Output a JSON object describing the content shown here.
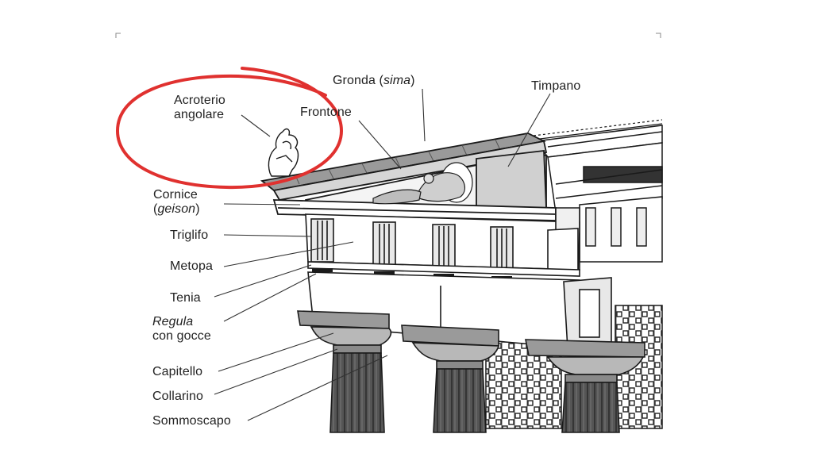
{
  "colors": {
    "highlight_circle": "#e0312f",
    "line_art": "#1a1a1a",
    "stone_shade": "#d6d6d6",
    "background": "#ffffff"
  },
  "labels": {
    "acroterio_line1": "Acroterio",
    "acroterio_line2": "angolare",
    "gronda_pre": "Gronda (",
    "gronda_em": "sima",
    "gronda_post": ")",
    "timpano": "Timpano",
    "frontone": "Frontone",
    "cornice_line1": "Cornice",
    "cornice_pre": "(",
    "cornice_em": "geison",
    "cornice_post": ")",
    "triglifo": "Triglifo",
    "metopa": "Metopa",
    "tenia": "Tenia",
    "regula_em": "Regula",
    "regula_line2": "con gocce",
    "capitello": "Capitello",
    "collarino": "Collarino",
    "sommoscapo": "Sommoscapo"
  }
}
